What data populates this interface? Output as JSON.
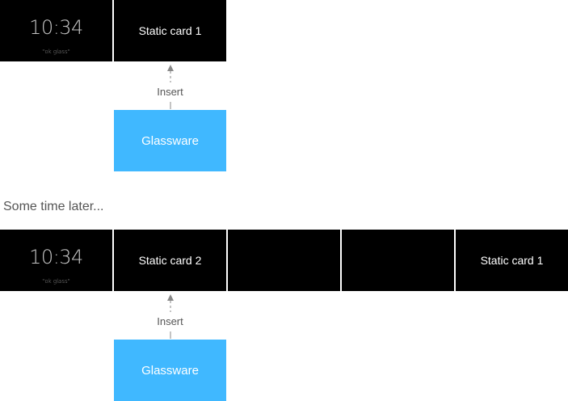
{
  "top_row": {
    "home_card": {
      "time": "10:34",
      "hint": "\"ok glass\""
    },
    "cards": [
      {
        "label": "Static card 1"
      }
    ],
    "insert_label": "Insert",
    "glassware_label": "Glassware"
  },
  "separator_caption": "Some time later...",
  "bottom_row": {
    "home_card": {
      "time": "10:34",
      "hint": "\"ok glass\""
    },
    "cards": [
      {
        "label": "Static card 2"
      },
      {
        "label": ""
      },
      {
        "label": ""
      },
      {
        "label": "Static card 1"
      }
    ],
    "insert_label": "Insert",
    "glassware_label": "Glassware"
  },
  "colors": {
    "card_bg": "#000000",
    "glassware_bg": "#40b8ff",
    "arrow": "#888888"
  }
}
